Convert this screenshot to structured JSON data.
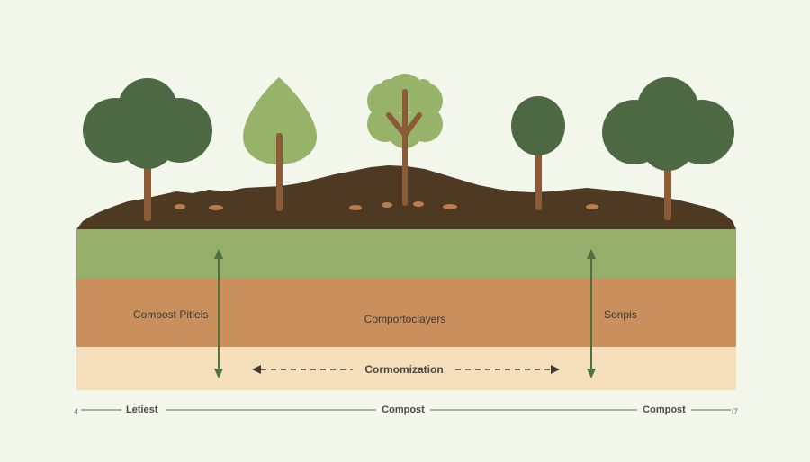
{
  "colors": {
    "background": "#f3f6ea",
    "soil_dark": "#4e3a23",
    "soil_speck": "#b87c4d",
    "layer_green": "#95ae6a",
    "layer_brown": "#c98f5c",
    "layer_sand": "#f5dfba",
    "tree_dark": "#4d6944",
    "tree_light": "#97b36a",
    "trunk": "#8b5a36",
    "arrow": "#4d7140"
  },
  "layers": [
    {
      "name": "green-layer"
    },
    {
      "name": "brown-layer"
    },
    {
      "name": "sand-layer"
    }
  ],
  "trees": [
    {
      "kind": "round-cluster",
      "color": "dark"
    },
    {
      "kind": "teardrop",
      "color": "light"
    },
    {
      "kind": "branching",
      "color": "light"
    },
    {
      "kind": "oval",
      "color": "dark"
    },
    {
      "kind": "round-cluster",
      "color": "dark"
    }
  ],
  "labels": {
    "left_layer": "Compost Pitlels",
    "center_layer": "Comportoclayers",
    "right_layer": "Sonpis",
    "horizontal_arrow": "Cormomization"
  },
  "axis": {
    "start_mark": "4",
    "left_label": "Letiest",
    "center_label": "Compost",
    "right_label": "Compost",
    "end_mark": "i7"
  }
}
